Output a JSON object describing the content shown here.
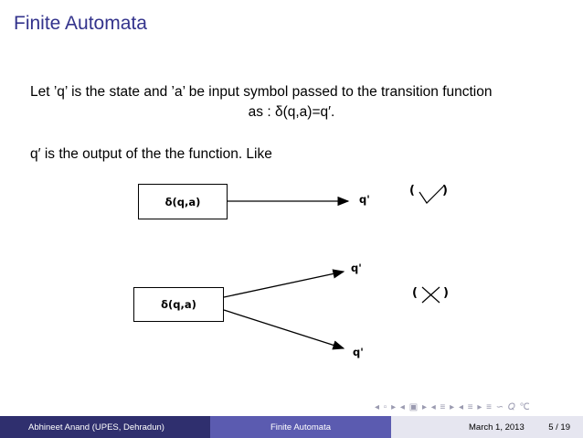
{
  "slide": {
    "title": "Finite Automata",
    "line1": "Let ’q’ is the state and ’a’ be input symbol passed to the transition function",
    "line2": "as : δ(q,a)=q′.",
    "line3": "q′ is the output of the the function. Like"
  },
  "diagram": {
    "box1_label": "δ(q,a)",
    "box2_label": "δ(q,a)",
    "q_top": "q'",
    "q_upper": "q'",
    "q_lower": "q'",
    "mark_correct_left": "(",
    "mark_correct_right": ")",
    "mark_correct_icon": "checkmark",
    "mark_wrong_left": "(",
    "mark_wrong_right": ")",
    "mark_wrong_icon": "cross"
  },
  "footer": {
    "author": "Abhineet Anand (UPES, Dehradun)",
    "topic": "Finite Automata",
    "date": "March 1, 2013",
    "page": "5 / 19"
  },
  "nav": {
    "symbols": "◂ ▫ ▸ ◂ ▣ ▸ ◂ ≡ ▸ ◂ ≡ ▸ ≡ ∽ 𝑄 ℃"
  },
  "colors": {
    "title": "#33338c",
    "footer_dark": "#2f2f6e",
    "footer_mid": "#5b5bb0",
    "footer_light": "#e6e6f0"
  }
}
